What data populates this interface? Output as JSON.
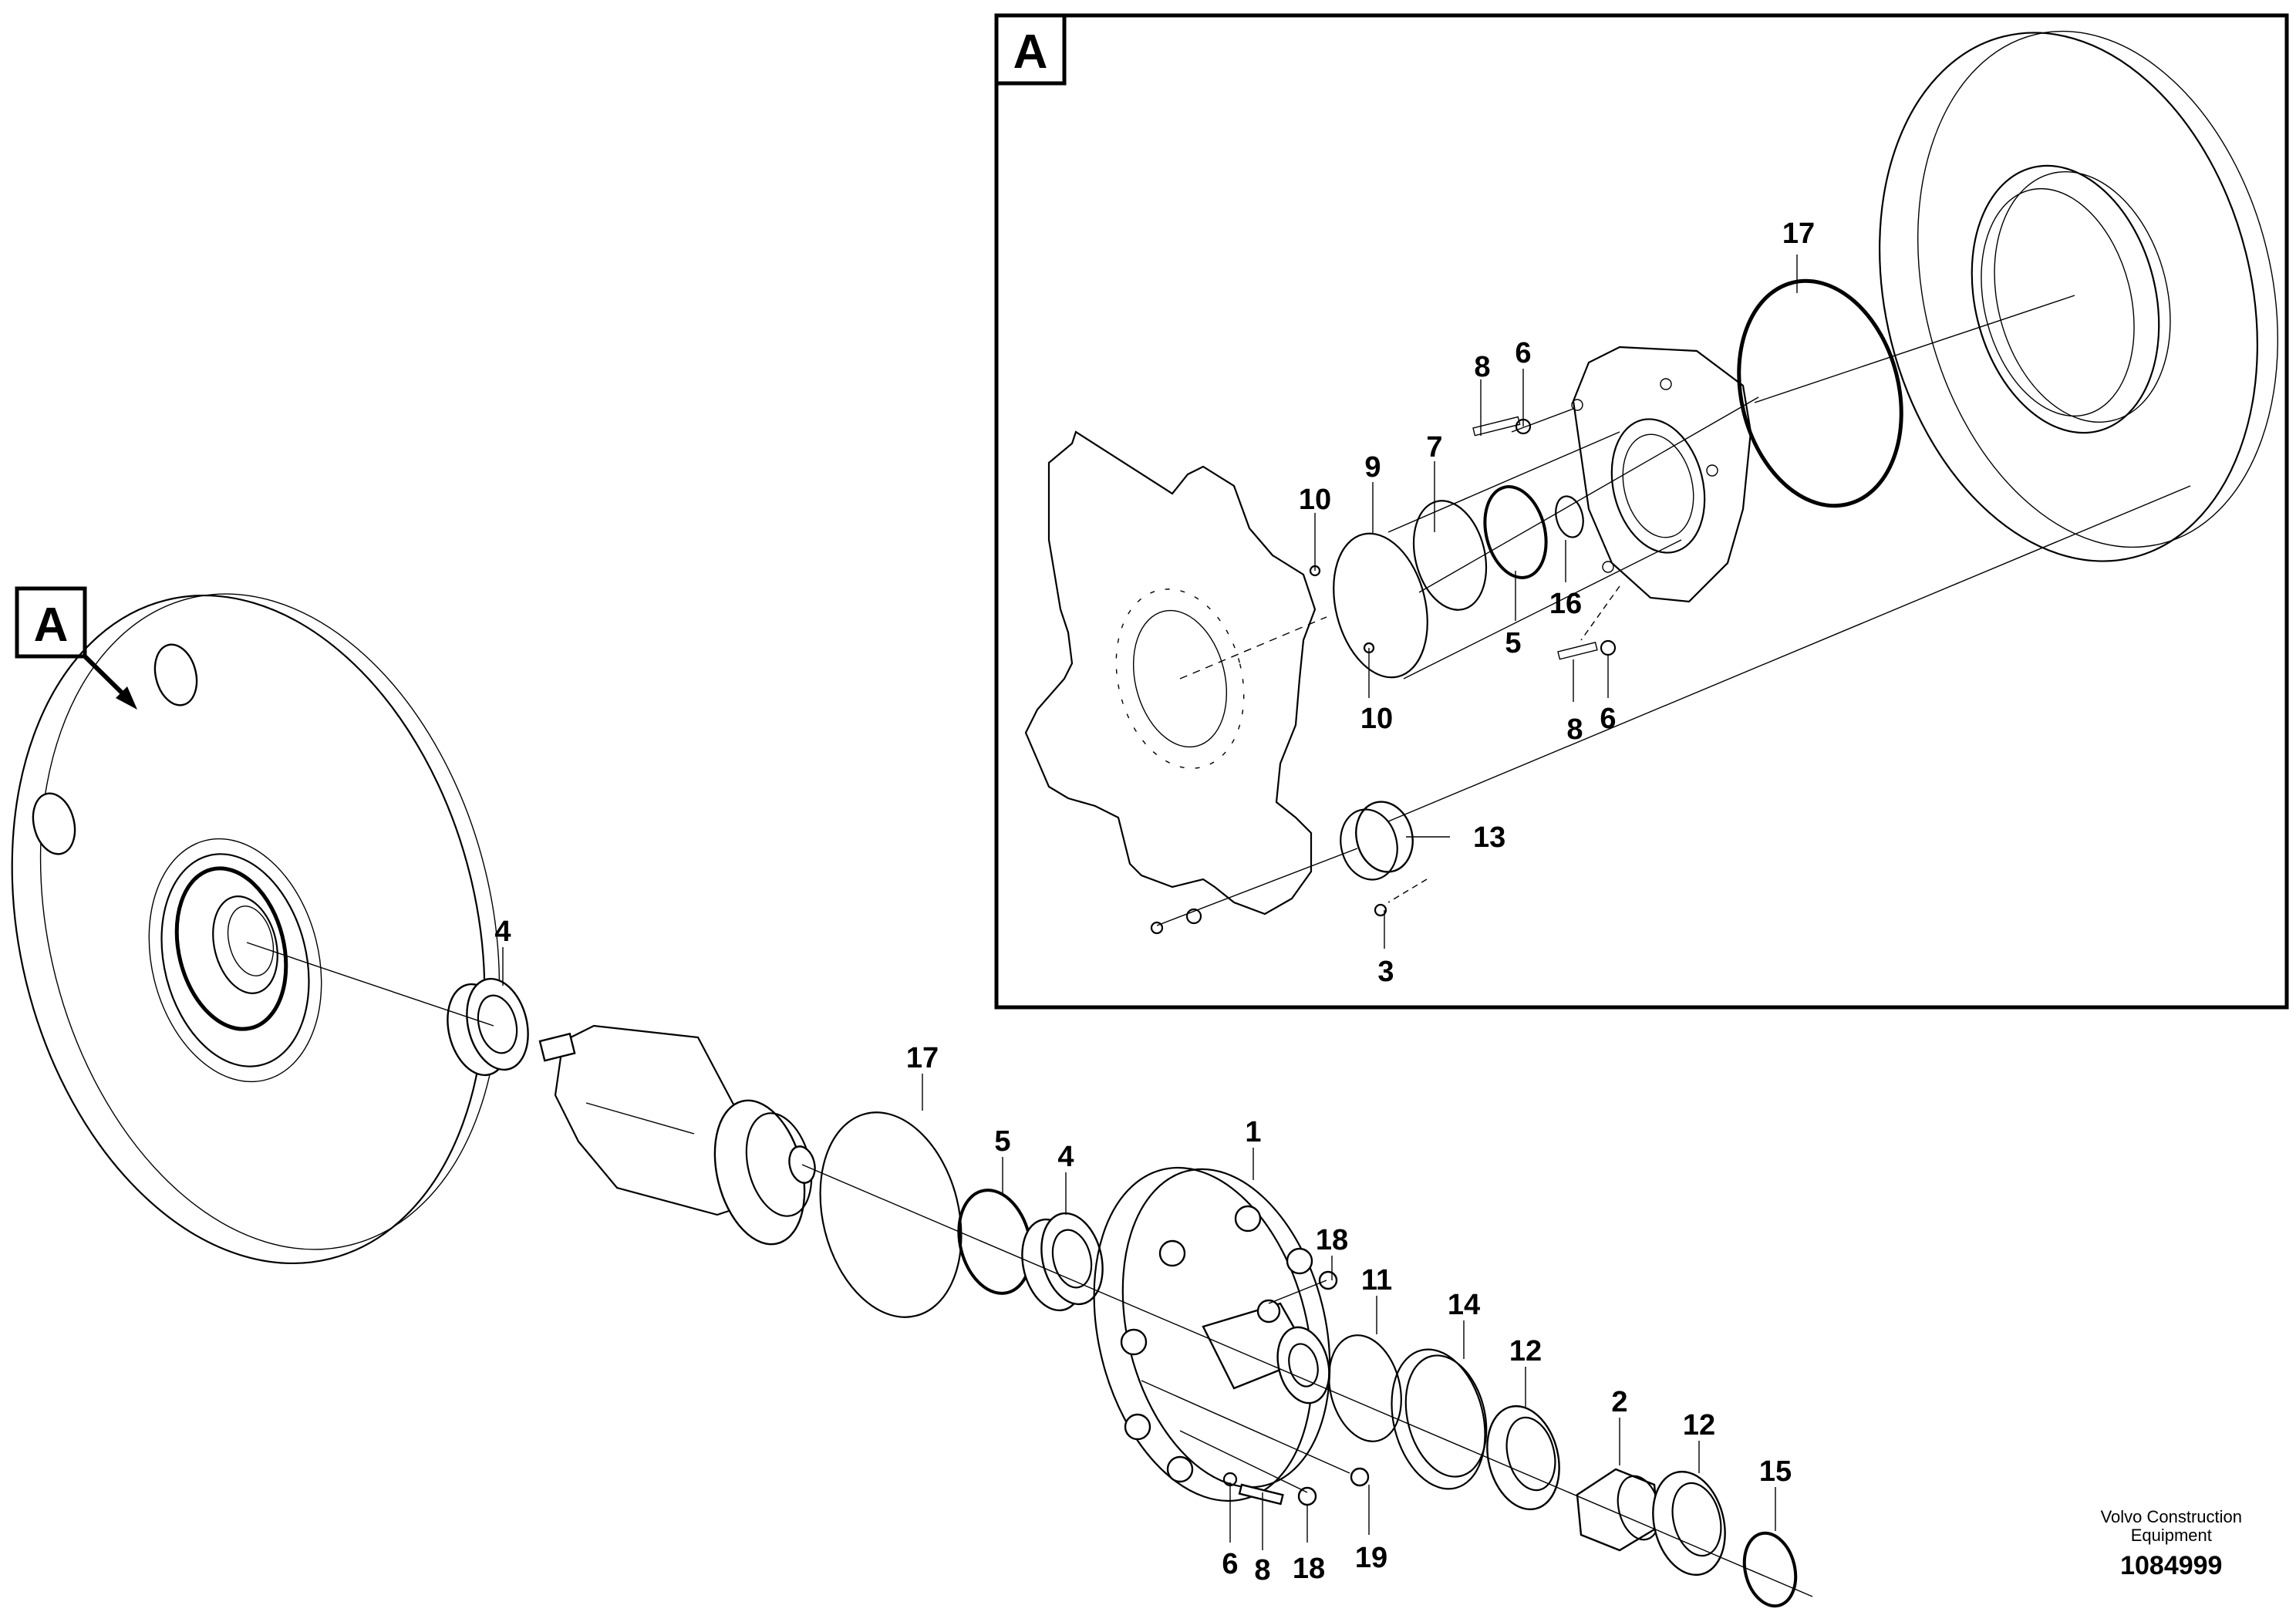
{
  "view_badges": {
    "main": "A",
    "inset": "A"
  },
  "callouts": {
    "main": {
      "c1": "1",
      "c2": "2",
      "c4a": "4",
      "c4b": "4",
      "c5": "5",
      "c6": "6",
      "c8": "8",
      "c11": "11",
      "c12a": "12",
      "c12b": "12",
      "c14": "14",
      "c15": "15",
      "c17": "17",
      "c18a": "18",
      "c18b": "18",
      "c19": "19"
    },
    "inset": {
      "c3": "3",
      "c5": "5",
      "c6a": "6",
      "c6b": "6",
      "c7": "7",
      "c8a": "8",
      "c8b": "8",
      "c9": "9",
      "c10a": "10",
      "c10b": "10",
      "c13": "13",
      "c16": "16",
      "c17": "17"
    }
  },
  "footer": {
    "brand_line1": "Volvo Construction",
    "brand_line2": "Equipment",
    "doc_number": "1084999"
  }
}
